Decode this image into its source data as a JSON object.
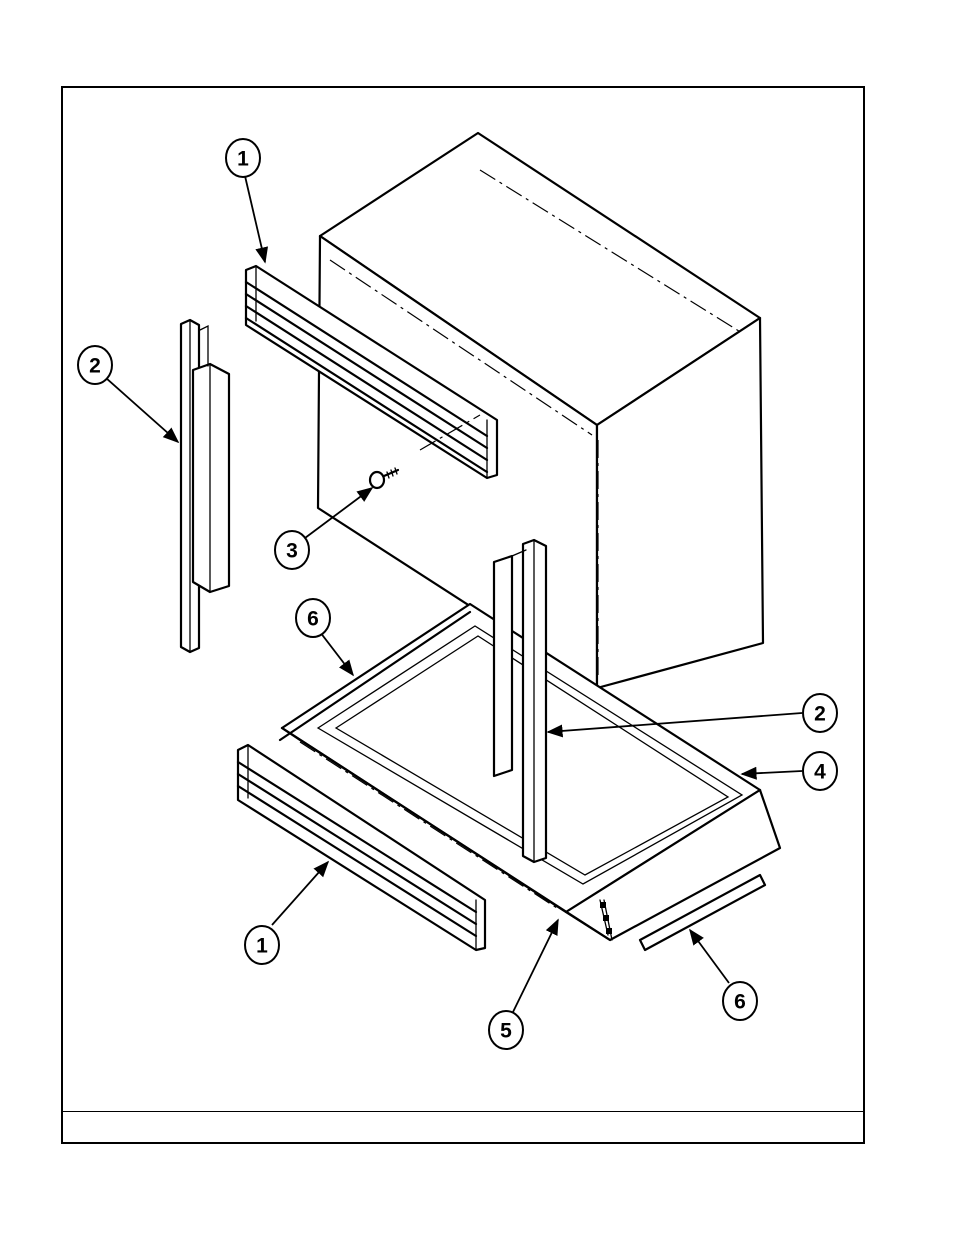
{
  "callouts": [
    {
      "id": "c1a",
      "label": "1"
    },
    {
      "id": "c2a",
      "label": "2"
    },
    {
      "id": "c3",
      "label": "3"
    },
    {
      "id": "c6a",
      "label": "6"
    },
    {
      "id": "c2b",
      "label": "2"
    },
    {
      "id": "c4",
      "label": "4"
    },
    {
      "id": "c1b",
      "label": "1"
    },
    {
      "id": "c5",
      "label": "5"
    },
    {
      "id": "c6b",
      "label": "6"
    }
  ],
  "caption": ""
}
